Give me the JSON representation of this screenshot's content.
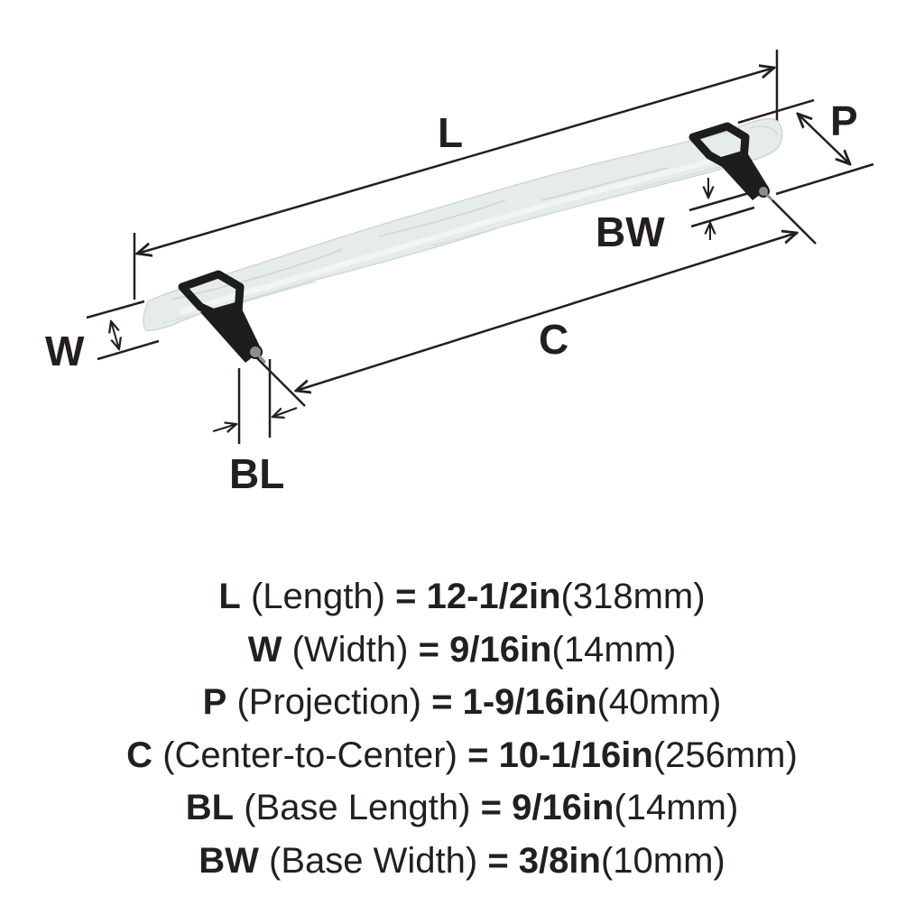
{
  "colors": {
    "ink": "#231f20",
    "handle_light": "#e9eeec",
    "handle_mid": "#d3dbd8",
    "hardware": "#1d1d1d",
    "background": "#ffffff"
  },
  "diagram": {
    "labels": {
      "L": "L",
      "W": "W",
      "P": "P",
      "BW": "BW",
      "C": "C",
      "BL": "BL"
    }
  },
  "specs": [
    {
      "key": "L",
      "name": "(Length)",
      "equals": "=",
      "imperial": "12-1/2in",
      "metric": "(318mm)"
    },
    {
      "key": "W",
      "name": "(Width)",
      "equals": "=",
      "imperial": "9/16in",
      "metric": "(14mm)"
    },
    {
      "key": "P",
      "name": "(Projection)",
      "equals": "=",
      "imperial": "1-9/16in",
      "metric": "(40mm)"
    },
    {
      "key": "C",
      "name": "(Center-to-Center)",
      "equals": "=",
      "imperial": "10-1/16in",
      "metric": "(256mm)"
    },
    {
      "key": "BL",
      "name": "(Base Length)",
      "equals": "=",
      "imperial": "9/16in",
      "metric": "(14mm)"
    },
    {
      "key": "BW",
      "name": "(Base Width)",
      "equals": "=",
      "imperial": "3/8in",
      "metric": "(10mm)"
    }
  ]
}
